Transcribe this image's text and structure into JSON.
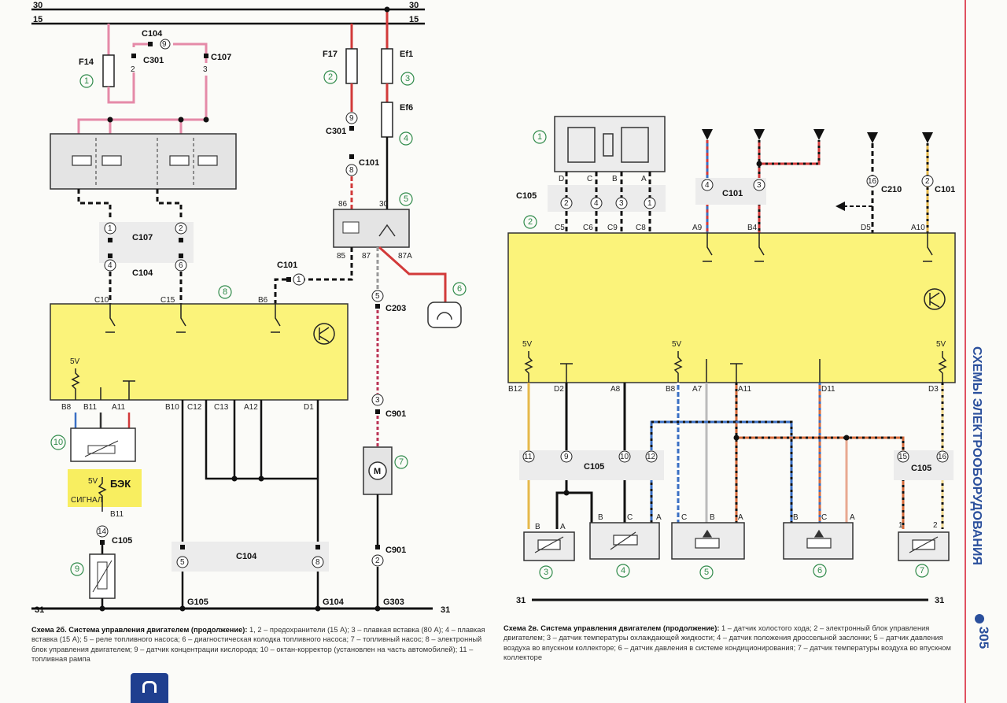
{
  "left": {
    "rails": {
      "top30": "30",
      "top15": "15",
      "bottom31": "31"
    },
    "fuses": {
      "f14": "F14",
      "f17": "F17",
      "ef1": "Ef1",
      "ef6": "Ef6"
    },
    "connectors": {
      "c104_top": "C104",
      "c301_a": "C301",
      "c107_a": "C107",
      "c107_b": "C107",
      "c104_b": "C104",
      "c301_b": "C301",
      "c101_a": "C101",
      "c101_b": "C101",
      "c203": "C203",
      "c901_a": "C901",
      "c901_b": "C901",
      "c105": "C105",
      "c104_c": "C104"
    },
    "pins": {
      "p9": "9",
      "p2": "2",
      "p3": "3",
      "p1": "1",
      "p4": "4",
      "p6": "6",
      "p9b": "9",
      "p8": "8",
      "p1b": "1",
      "p5": "5",
      "p3b": "3",
      "p2b": "2",
      "p14": "14",
      "p5b": "5",
      "p8b": "8"
    },
    "relay_terms": {
      "t86": "86",
      "t30": "30",
      "t85": "85",
      "t87": "87",
      "t87a": "87A"
    },
    "ecu_pins": {
      "c10": "C10",
      "c15": "C15",
      "b6": "B6",
      "v5": "5V",
      "b8": "B8",
      "b11": "B11",
      "a11": "A11",
      "b10": "B10",
      "c12": "C12",
      "c13": "C13",
      "a12": "A12",
      "d1": "D1"
    },
    "bek": {
      "v5": "5V",
      "title": "БЭК",
      "signal": "СИГНАЛ",
      "pin": "B11"
    },
    "grounds": {
      "g105": "G105",
      "g104": "G104",
      "g303": "G303"
    },
    "callouts": {
      "n1": "1",
      "n2": "2",
      "n3": "3",
      "n4": "4",
      "n5": "5",
      "n6": "6",
      "n7": "7",
      "n8": "8",
      "n9": "9",
      "n10": "10"
    },
    "motor": "M"
  },
  "right": {
    "rails": {
      "bottom31_l": "31",
      "bottom31_r": "31"
    },
    "sensor_pins": {
      "d": "D",
      "c": "C",
      "b": "B",
      "a": "A"
    },
    "connectors": {
      "c105_top": "C105",
      "c101_a": "C101",
      "c210": "C210",
      "c101_b": "C101",
      "c105_bot": "C105"
    },
    "pins_top": {
      "p2": "2",
      "p4": "4",
      "p3": "3",
      "p1": "1",
      "p4b": "4",
      "p3b": "3",
      "p16": "16",
      "p2b": "2"
    },
    "ecu_top": {
      "c5": "C5",
      "c6": "C6",
      "c9": "C9",
      "c8": "C8",
      "a9": "A9",
      "b4": "B4",
      "d5": "D5",
      "a10": "A10"
    },
    "ecu_bottom": {
      "b12": "B12",
      "d2": "D2",
      "a8": "A8",
      "b8": "B8",
      "a7": "A7",
      "a11": "A11",
      "d11": "D11",
      "d3": "D3"
    },
    "v5": {
      "a": "5V",
      "b": "5V",
      "c": "5V"
    },
    "pins_bot": {
      "p11": "11",
      "p9": "9",
      "p10": "10",
      "p12": "12",
      "p15": "15",
      "p16": "16"
    },
    "sensor_terms": {
      "s3_b": "B",
      "s3_a": "A",
      "s4_b": "B",
      "s4_c": "C",
      "s4_a": "A",
      "s5_c": "C",
      "s5_b": "B",
      "s5_a": "A",
      "s6_b": "B",
      "s6_c": "C",
      "s6_a": "A",
      "s7_1": "1",
      "s7_2": "2"
    },
    "callouts": {
      "n1": "1",
      "n2": "2",
      "n3": "3",
      "n4": "4",
      "n5": "5",
      "n6": "6",
      "n7": "7"
    }
  },
  "captions": {
    "left_title": "Схема 2б. Система управления двигателем (продолжение):",
    "left_text": " 1, 2 – предохранители (15 А); 3 – плавкая вставка (80 А); 4 – плавкая вставка (15 А); 5 – реле топливного насоса; 6 – диагностическая колодка топливного насоса; 7 – топливный насос; 8 – электронный блок управления двигателем; 9 – датчик концентрации кислорода; 10 – октан-корректор (установлен на часть автомобилей); 11 – топливная рампа",
    "right_title": "Схема 2в. Система управления двигателем (продолжение):",
    "right_text": " 1 – датчик холостого хода; 2 – электронный блок управления двигателем; 3 – датчик температуры охлаждающей жидкости; 4 – датчик положения дроссельной заслонки; 5 – датчик давления воздуха во впускном коллекторе; 6 – датчик давления в системе кондиционирования; 7 – датчик температуры воздуха во впускном коллекторе"
  },
  "side": {
    "title": "СХЕМЫ ЭЛЕКТРООБОРУДОВАНИЯ",
    "page": "305"
  },
  "colors": {
    "ecu_yellow": "#fbf37a",
    "wire_red": "#d23a3a",
    "wire_pink": "#e58aa8",
    "callout_green": "#2f8a4a",
    "title_blue": "#2a4f9c"
  }
}
